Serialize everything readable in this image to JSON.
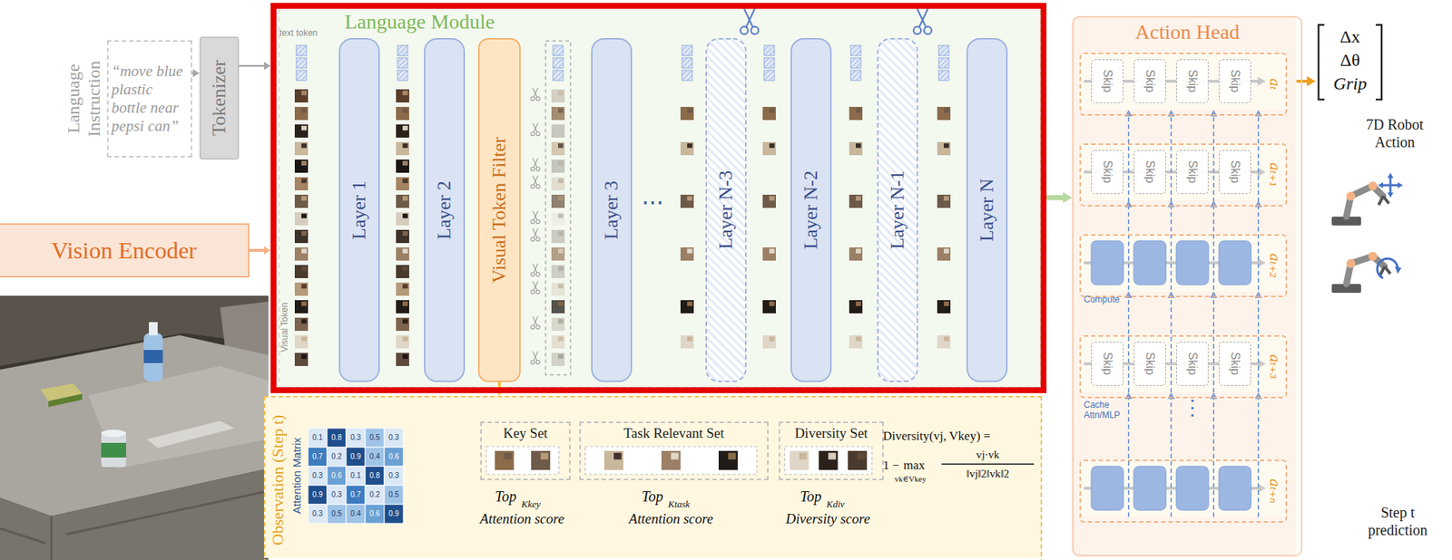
{
  "diagram": {
    "nodes": [
      {
        "text": [
          "Language Instruction",
          "“move blue plastic bottle near pepsi can”"
        ]
      },
      {
        "text": [
          "Tokenizer"
        ]
      },
      {
        "text": [
          "Vision Encoder"
        ]
      },
      {
        "text": [
          "Language Module"
        ]
      },
      {
        "text": [
          "Layer 1"
        ],
        "in": 3
      },
      {
        "text": [
          "Layer 2"
        ],
        "in": 3
      },
      {
        "text": [
          "Visual Token Filter"
        ],
        "in": 3
      },
      {
        "text": [
          "Layer 3"
        ],
        "in": 3
      },
      {
        "text": [
          "Layer N-3"
        ],
        "in": 3
      },
      {
        "text": [
          "Layer N-2"
        ],
        "in": 3
      },
      {
        "text": [
          "Layer N-1"
        ],
        "in": 3
      },
      {
        "text": [
          "Layer N"
        ],
        "in": 3
      },
      {
        "text": [
          "Action Head"
        ]
      },
      {
        "text": [
          "aₜ"
        ],
        "in": 12
      },
      {
        "text": [
          "Skip"
        ],
        "in": 13
      },
      {
        "text": [
          "Skip"
        ],
        "in": 13
      },
      {
        "text": [
          "Skip"
        ],
        "in": 13
      },
      {
        "text": [
          "Skip"
        ],
        "in": 13
      },
      {
        "text": [
          "aₜ₊₁"
        ],
        "in": 12
      },
      {
        "text": [
          "Skip"
        ],
        "in": 18
      },
      {
        "text": [
          "Skip"
        ],
        "in": 18
      },
      {
        "text": [
          "Skip"
        ],
        "in": 18
      },
      {
        "text": [
          "Skip"
        ],
        "in": 18
      },
      {
        "text": [
          "aₜ₊₂"
        ],
        "in": 12
      },
      {
        "text": [
          "aₜ₊₃"
        ],
        "in": 12
      },
      {
        "text": [
          "Skip"
        ],
        "in": 24
      },
      {
        "text": [
          "Skip"
        ],
        "in": 24
      },
      {
        "text": [
          "Skip"
        ],
        "in": 24
      },
      {
        "text": [
          "Skip"
        ],
        "in": 24
      },
      {
        "text": [
          "aₜ₊ₙ"
        ],
        "in": 12
      },
      {
        "text": [
          "Observation (Step t)"
        ]
      },
      {
        "text": [
          "Key Set"
        ],
        "in": 30
      },
      {
        "text": [
          "Task Relevant Set"
        ],
        "in": 30
      },
      {
        "text": [
          "Diversity Set"
        ],
        "in": 30
      }
    ],
    "edges": [
      {
        "from": 0,
        "to": 1,
        "arrow": "to"
      },
      {
        "from": 1,
        "to": 3,
        "arrow": "to"
      },
      {
        "from": 2,
        "to": 3,
        "arrow": "to"
      },
      {
        "from": 3,
        "to": 12,
        "arrow": "to"
      },
      {
        "from": 6,
        "to": 30,
        "arrow": "to"
      }
    ],
    "labels": [
      "text token",
      "Visual Token",
      "⋯",
      "Compute",
      "Cache Attn/MLP",
      "⋮",
      "Δx",
      "Δθ",
      "Grip",
      "7D Robot Action",
      "Step t prediction",
      "Attention Matrix",
      "0.1",
      "0.8",
      "0.3",
      "0.5",
      "0.3",
      "0.7",
      "0.2",
      "0.9",
      "0.4",
      "0.6",
      "0.3",
      "0.6",
      "0.1",
      "0.8",
      "0.3",
      "0.9",
      "0.3",
      "0.7",
      "0.2",
      "0.5",
      "0.3",
      "0.5",
      "0.4",
      "0.6",
      "0.9",
      "Top",
      "Kkey",
      "Attention score",
      "Top",
      "Ktask",
      "Attention score",
      "Top",
      "Kdiv",
      "Diversity score",
      "Diversity(vj, Vkey) =",
      "1 −",
      "max",
      "vk∈Vkey",
      "vj·vk",
      "‖vj‖2‖vk‖2"
    ]
  }
}
